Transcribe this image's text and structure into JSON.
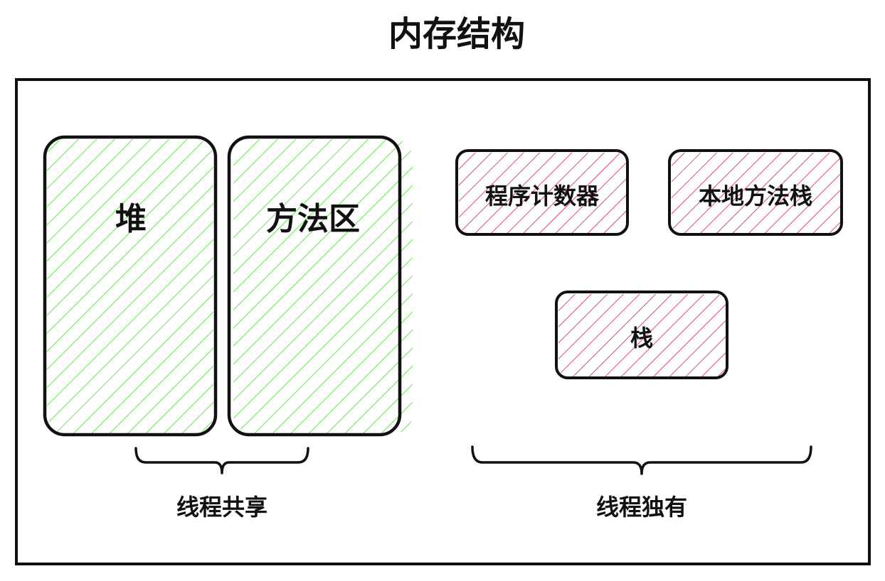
{
  "title": "内存结构",
  "colors": {
    "shared_hatch": "#6ee85a",
    "private_hatch": "#e0468f",
    "stroke": "#111111",
    "background": "#ffffff"
  },
  "shared_areas": {
    "heap": "堆",
    "method_area": "方法区",
    "group_label": "线程共享"
  },
  "private_areas": {
    "program_counter": "程序计数器",
    "native_method_stack": "本地方法栈",
    "stack": "栈",
    "group_label": "线程独有"
  }
}
